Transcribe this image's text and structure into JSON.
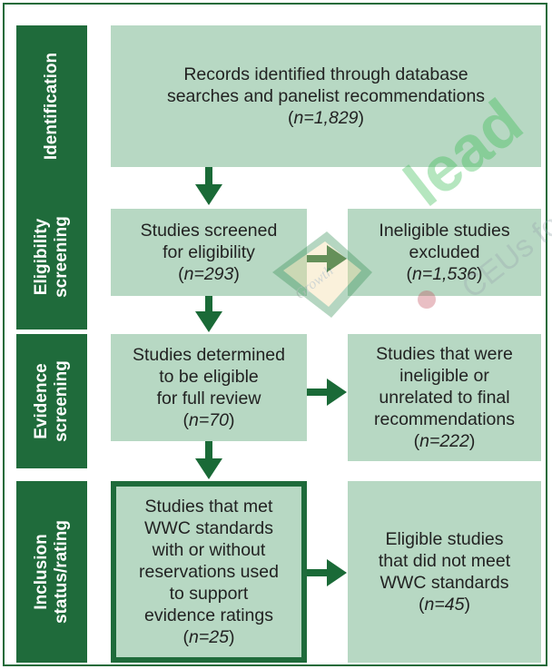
{
  "stages": [
    {
      "label": "Identification"
    },
    {
      "label": "Eligibility\nscreening"
    },
    {
      "label": "Evidence\nscreening"
    },
    {
      "label": "Inclusion\nstatus/rating"
    }
  ],
  "boxes": {
    "records_identified": {
      "text": "Records identified through database\nsearches and panelist recommendations",
      "count": "n=1,829"
    },
    "studies_screened": {
      "text": "Studies screened\nfor eligibility",
      "count": "n=293"
    },
    "ineligible_excluded": {
      "text": "Ineligible studies\nexcluded",
      "count": "n=1,536"
    },
    "eligible_full_review": {
      "text": "Studies determined\nto be eligible\nfor full review",
      "count": "n=70"
    },
    "unrelated": {
      "text": "Studies that were\nineligible or\nunrelated to final\nrecommendations",
      "count": "n=222"
    },
    "met_standards": {
      "text": "Studies that met\nWWC standards\nwith or without\nreservations used\nto support\nevidence ratings",
      "count": "n=25"
    },
    "did_not_meet": {
      "text": "Eligible studies\nthat did not meet\nWWC standards",
      "count": "n=45"
    }
  },
  "watermark": {
    "text": "CEUs for",
    "brand": "lead",
    "chalk": "Growth"
  },
  "colors": {
    "dark_green": "#1f6b3b",
    "light_green": "#b7d8c3",
    "arrow": "#1a6a37"
  }
}
